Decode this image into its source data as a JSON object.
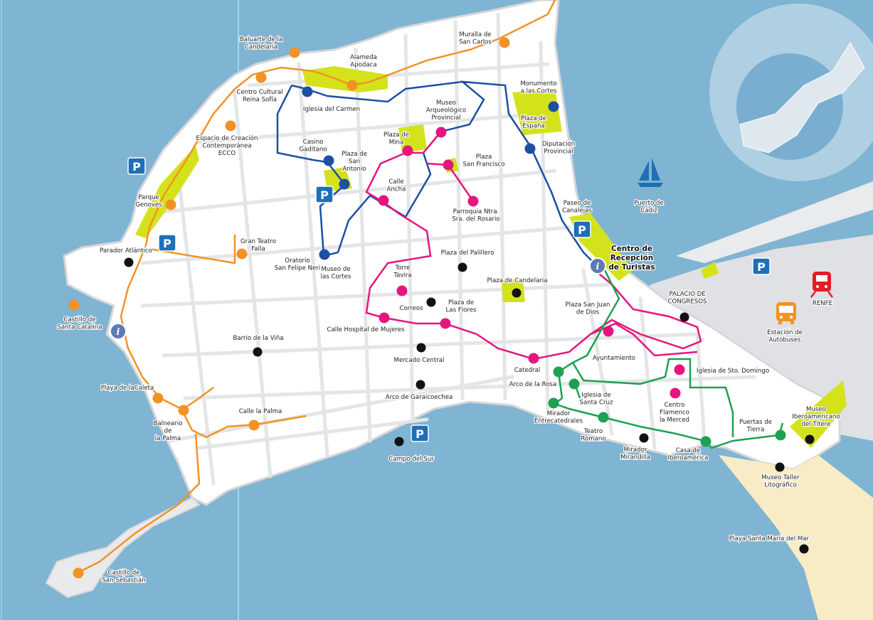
{
  "colors": {
    "sea": "#7fb4d3",
    "land": "#ffffff",
    "streets": "#e4e5e7",
    "coast_edge": "#d6d7d9",
    "beach": "#f7ecc6",
    "park": "#d4e21b",
    "route_orange": "#f39224",
    "route_blue": "#1d4fa3",
    "route_pink": "#e6157e",
    "route_green": "#1ea150",
    "poi_black": "#111111",
    "parking_blue": "#1f6fb8"
  },
  "icons": [
    "parking-icon",
    "info-icon",
    "sailboat-icon",
    "train-icon",
    "bus-icon"
  ],
  "labels": {
    "baluarte": [
      "Baluarte de la",
      "Candelaria"
    ],
    "alameda": [
      "Alameda",
      "Apodaca"
    ],
    "muralla": [
      "Muralla de",
      "San Carlos"
    ],
    "centro_cultural": [
      "Centro Cultural",
      "Reina Sofía"
    ],
    "iglesia_carmen": [
      "Iglesia del Carmen"
    ],
    "museo_arq": [
      "Museo",
      "Arqueológico",
      "Provincial"
    ],
    "monumento": [
      "Monumento",
      "a las Cortes"
    ],
    "plaza_espana": [
      "Plaza de",
      "España"
    ],
    "diputacion": [
      "Diputación",
      "Provincial"
    ],
    "eeco": [
      "Espacio de Creación",
      "Contemporánea",
      "ECCO"
    ],
    "plaza_mina": [
      "Plaza de",
      "Mina"
    ],
    "casino": [
      "Casino",
      "Gaditano"
    ],
    "plaza_san_antonio": [
      "Plaza de",
      "San",
      "Antonio"
    ],
    "plaza_san_francisco": [
      "Plaza",
      "San Francisco"
    ],
    "calle_ancha": [
      "Calle",
      "Ancha"
    ],
    "parroquia": [
      "Parroquia Ntra.",
      "Sra. del Rosario"
    ],
    "parque_genoves": [
      "Parque",
      "Genovés"
    ],
    "paseo_canalejas": [
      "Paseo de",
      "Canalejas"
    ],
    "puerto": [
      "Puerto de",
      "Cádiz"
    ],
    "gran_teatro": [
      "Gran Teatro",
      "Falla"
    ],
    "parador": [
      "Parador Atlántico"
    ],
    "oratorio": [
      "Oratorio",
      "San Felipe Neri"
    ],
    "museo_cortes": [
      "Museo de",
      "las Cortes"
    ],
    "plaza_palillero": [
      "Plaza del Palillero"
    ],
    "centro_recepcion": [
      "Centro de",
      "Recepción",
      "de Turistas"
    ],
    "torre_tavira": [
      "Torre",
      "Tavira"
    ],
    "plaza_candelaria": [
      "Plaza de Candelaria"
    ],
    "palacio": [
      "PALACIO DE",
      "CONGRESOS"
    ],
    "correos": [
      "Correos"
    ],
    "plaza_flores": [
      "Plaza de",
      "Las Flores"
    ],
    "plaza_sjd": [
      "Plaza San Juan",
      "de Dios"
    ],
    "castillo_catalina": [
      "Castillo de",
      "Santa Catalina"
    ],
    "calle_hospital": [
      "Calle Hospital de Mujeres"
    ],
    "barrio_vina": [
      "Barrio de la Viña"
    ],
    "estacion": [
      "Estación de",
      "Autobuses"
    ],
    "renfe": [
      "RENFE"
    ],
    "ayuntamiento": [
      "Ayuntamiento"
    ],
    "mercado": [
      "Mercado Central"
    ],
    "catedral": [
      "Catedral"
    ],
    "iglesia_domingo": [
      "Iglesia de Sto. Domingo"
    ],
    "arco_rosa": [
      "Arco de la Rosa"
    ],
    "arco_garaicoechea": [
      "Arco de Garaicoechea"
    ],
    "iglesia_santa_cruz": [
      "Iglesia de",
      "Santa Cruz"
    ],
    "centro_flamenco": [
      "Centro",
      "Flamenco",
      "la Merced"
    ],
    "playa_caleta": [
      "Playa de laCaleta"
    ],
    "calle_palma": [
      "Calle la Palma"
    ],
    "mirador_entre": [
      "Mirador",
      "Entrecatedrales"
    ],
    "museo_ibero": [
      "Museo",
      "Iberoamericano",
      "del Títere"
    ],
    "balneario": [
      "Balneario",
      "de",
      "la Palma"
    ],
    "puertas_tierra": [
      "Puertas de",
      "Tierra"
    ],
    "teatro_romano": [
      "Teatro",
      "Romano"
    ],
    "campo_sur": [
      "Campo del Sur"
    ],
    "mirador_mirandilla": [
      "Mirador",
      "Mirandilla"
    ],
    "casa_ibero": [
      "Casa de",
      "Iberoamérica"
    ],
    "museo_taller": [
      "Museo Taller",
      "Litográfico"
    ],
    "playa_santa_maria": [
      "Playa Santa María del Mar"
    ],
    "castillo_sebastian": [
      "Castillo de",
      "San Sebastián"
    ],
    "parking_letter": "P"
  }
}
